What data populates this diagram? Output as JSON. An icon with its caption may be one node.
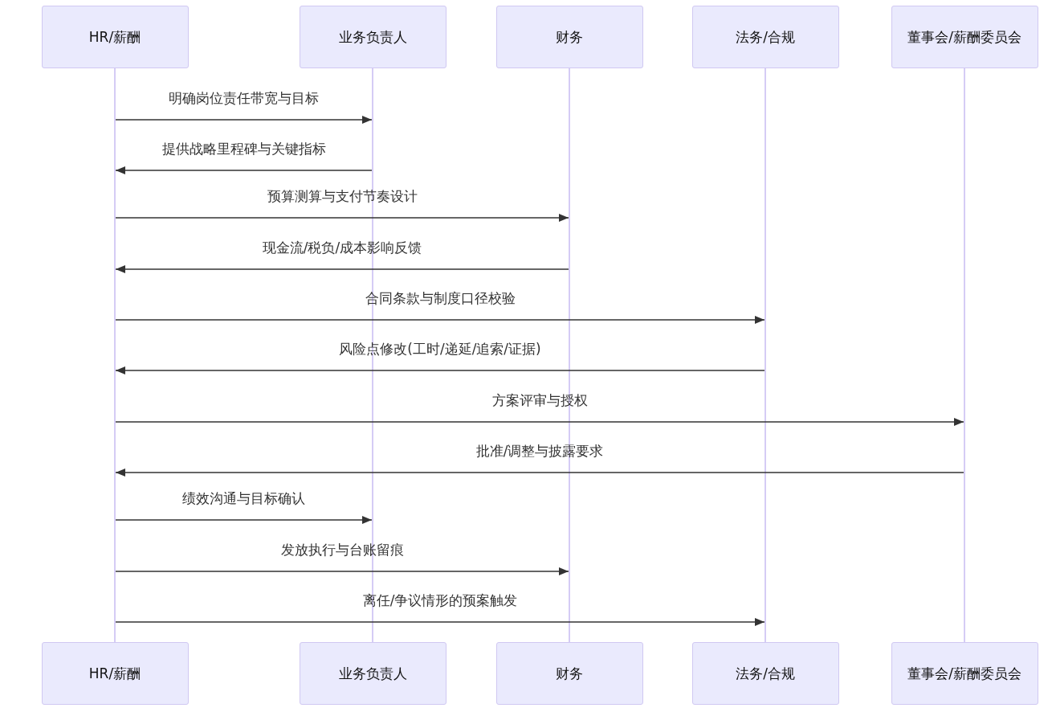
{
  "diagram": {
    "nodes": [
      {
        "text": [
          "HR/薪酬"
        ]
      },
      {
        "text": [
          "业务负责人"
        ]
      },
      {
        "text": [
          "财务"
        ]
      },
      {
        "text": [
          "法务/合规"
        ]
      },
      {
        "text": [
          "董事会/薪酬委员会"
        ]
      },
      {
        "text": [],
        "shape": "bar"
      },
      {
        "text": [],
        "shape": "bar"
      },
      {
        "text": [],
        "shape": "bar"
      },
      {
        "text": [],
        "shape": "bar"
      },
      {
        "text": [],
        "shape": "bar"
      },
      {
        "text": [
          "HR/薪酬"
        ]
      },
      {
        "text": [
          "业务负责人"
        ]
      },
      {
        "text": [
          "财务"
        ]
      },
      {
        "text": [
          "法务/合规"
        ]
      },
      {
        "text": [
          "董事会/薪酬委员会"
        ]
      }
    ],
    "edges": [
      {
        "from": 5,
        "to": 6,
        "arrow": "to",
        "label": "明确岗位责任带宽与目标"
      },
      {
        "from": 6,
        "to": 5,
        "arrow": "to",
        "label": "提供战略里程碑与关键指标"
      },
      {
        "from": 5,
        "to": 7,
        "arrow": "to",
        "label": "预算测算与支付节奏设计"
      },
      {
        "from": 7,
        "to": 5,
        "arrow": "to",
        "label": "现金流/税负/成本影响反馈"
      },
      {
        "from": 5,
        "to": 8,
        "arrow": "to",
        "label": "合同条款与制度口径校验"
      },
      {
        "from": 8,
        "to": 5,
        "arrow": "to",
        "label": "风险点修改(工时/递延/追索/证据)"
      },
      {
        "from": 5,
        "to": 9,
        "arrow": "to",
        "label": "方案评审与授权"
      },
      {
        "from": 9,
        "to": 5,
        "arrow": "to",
        "label": "批准/调整与披露要求"
      },
      {
        "from": 5,
        "to": 6,
        "arrow": "to",
        "label": "绩效沟通与目标确认"
      },
      {
        "from": 5,
        "to": 7,
        "arrow": "to",
        "label": "发放执行与台账留痕"
      },
      {
        "from": 5,
        "to": 8,
        "arrow": "to",
        "label": "离任/争议情形的预案触发"
      }
    ]
  }
}
